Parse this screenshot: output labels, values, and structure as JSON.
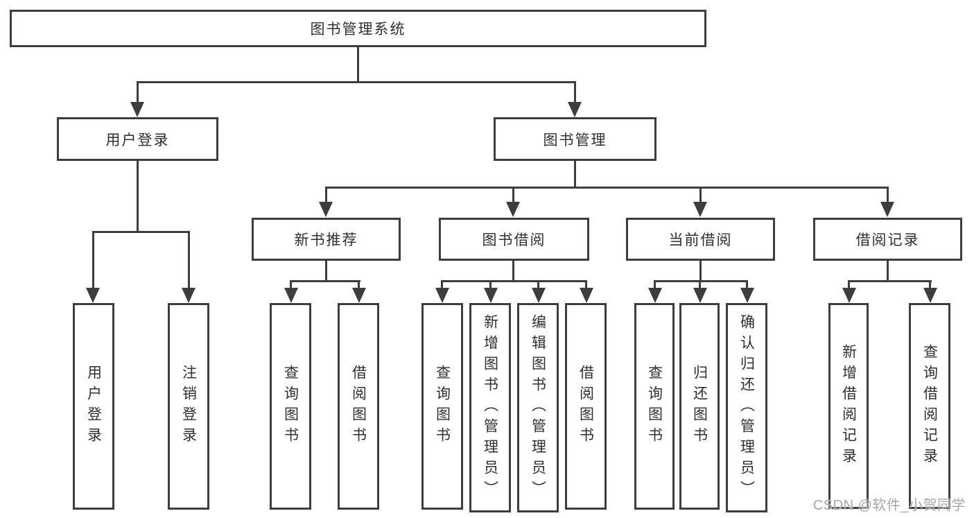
{
  "tree": {
    "label": "图书管理系统",
    "children": [
      {
        "label": "用户登录",
        "children": [
          {
            "label": "用户登录"
          },
          {
            "label": "注销登录"
          }
        ]
      },
      {
        "label": "图书管理",
        "children": [
          {
            "label": "新书推荐",
            "children": [
              {
                "label": "查询图书"
              },
              {
                "label": "借阅图书"
              }
            ]
          },
          {
            "label": "图书借阅",
            "children": [
              {
                "label": "查询图书"
              },
              {
                "label": "新增图书（管理员）"
              },
              {
                "label": "编辑图书（管理员）"
              },
              {
                "label": "借阅图书"
              }
            ]
          },
          {
            "label": "当前借阅",
            "children": [
              {
                "label": "查询图书"
              },
              {
                "label": "归还图书"
              },
              {
                "label": "确认归还（管理员）"
              }
            ]
          },
          {
            "label": "借阅记录",
            "children": [
              {
                "label": "新增借阅记录"
              },
              {
                "label": "查询借阅记录"
              }
            ]
          }
        ]
      }
    ]
  },
  "watermark": {
    "text": "CSDN @软件_小贺同学"
  },
  "colors": {
    "line": "#3d3d3d",
    "text": "#2f2f2f",
    "background": "#ffffff",
    "watermark": "#a6a6a6"
  }
}
